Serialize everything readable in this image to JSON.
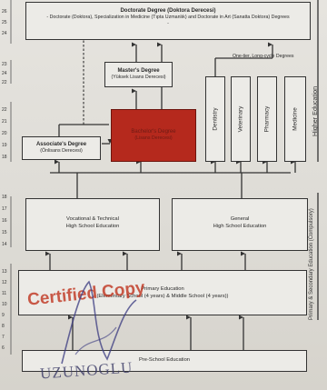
{
  "boxes": {
    "doctorate": {
      "title": "Doctorate Degree (Doktora Derecesi)",
      "subtitle": "- Doctorate (Doktora), Specialization in Medicine (Tıpta Uzmanlık) and Doctorate in Art (Sanatta Doktora) Degrees -"
    },
    "masters": {
      "title": "Master's Degree",
      "subtitle": "(Yüksek Lisans Derecesi)"
    },
    "bachelors": {
      "title": "Bachelor's Degree",
      "subtitle": "(Lisans Derecesi)"
    },
    "associates": {
      "title": "Associate's Degree",
      "subtitle": "(Önlisans Derecesi)"
    },
    "vocational": {
      "line1": "Vocational & Technical",
      "line2": "High School Education"
    },
    "general": {
      "line1": "General",
      "line2": "High School Education"
    },
    "primary": {
      "line1": "Primary Education",
      "line2": "(Elementary School (4 years) & Middle School (4 years))"
    },
    "preschool": {
      "line1": "Pre-School Education"
    }
  },
  "long_cycle_label": "One-tier, Long-cycle Degrees",
  "long_cycle_degrees": [
    "Dentistry",
    "Veterinary",
    "Pharmacy",
    "Medicine"
  ],
  "side_labels": {
    "higher": "Higher Education",
    "secondary": "Primary & Secondary Education (Compulsory)"
  },
  "ages": {
    "doctorate": [
      "26",
      "25",
      "24"
    ],
    "masters": [
      "23",
      "24",
      "22"
    ],
    "bachelors": [
      "22",
      "21",
      "20",
      "19",
      "18"
    ],
    "high_school": [
      "18",
      "17",
      "16",
      "15",
      "14"
    ],
    "primary": [
      "13",
      "12",
      "11",
      "10",
      "9",
      "8",
      "7",
      "6"
    ]
  },
  "stamp": {
    "text": "Certified Copy",
    "name": "UZUNOGLU"
  },
  "colors": {
    "highlight": "#b5291d",
    "box_fill": "#ecebe7",
    "line": "#333333"
  }
}
